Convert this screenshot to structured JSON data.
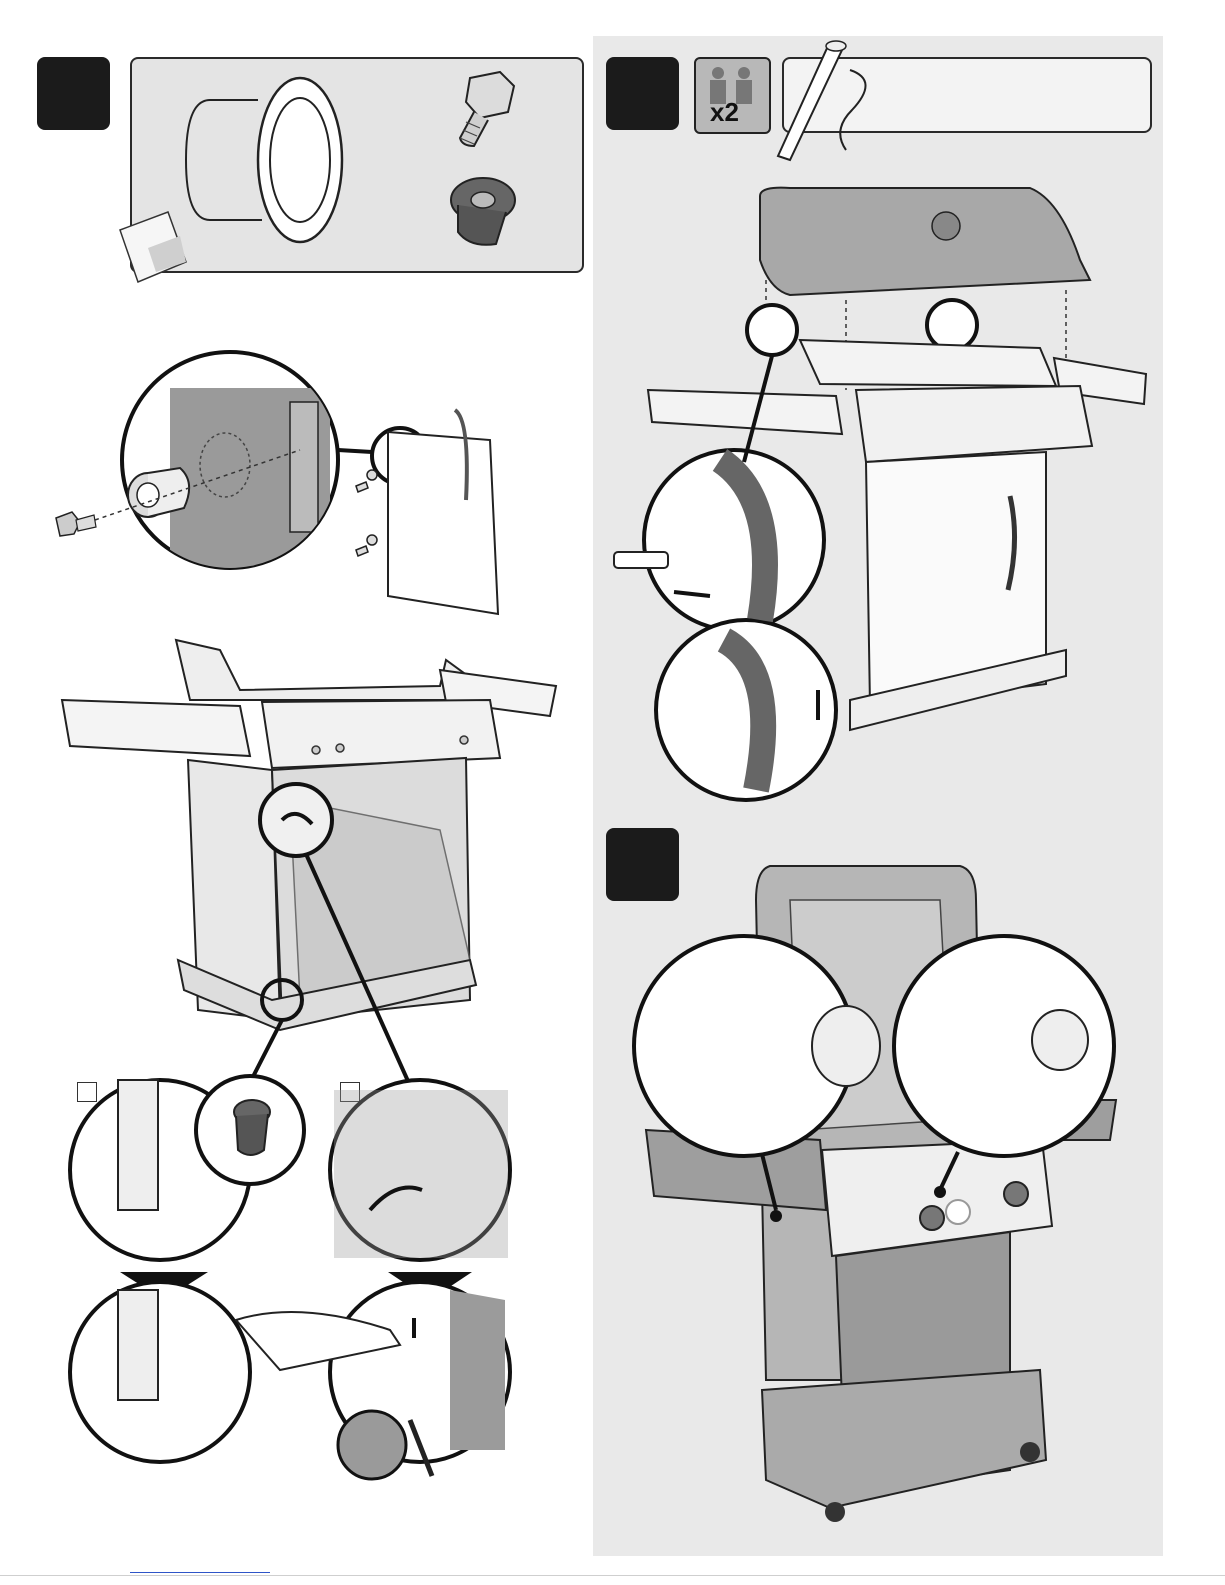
{
  "page": {
    "background": "#ffffff"
  },
  "steps": [
    {
      "name": "step-a",
      "label": ""
    },
    {
      "name": "step-b",
      "label": ""
    },
    {
      "name": "step-c",
      "label": ""
    }
  ],
  "people_badge": {
    "icon": "two-people-icon",
    "multiplier": "x2"
  },
  "substep_boxes": [
    {
      "label": ""
    },
    {
      "label": ""
    }
  ],
  "colors": {
    "step_box": "#1b1b1b",
    "panel_bg": "#e4e4e4",
    "right_column_bg": "#e9e9e9",
    "link": "#2f55c8"
  }
}
